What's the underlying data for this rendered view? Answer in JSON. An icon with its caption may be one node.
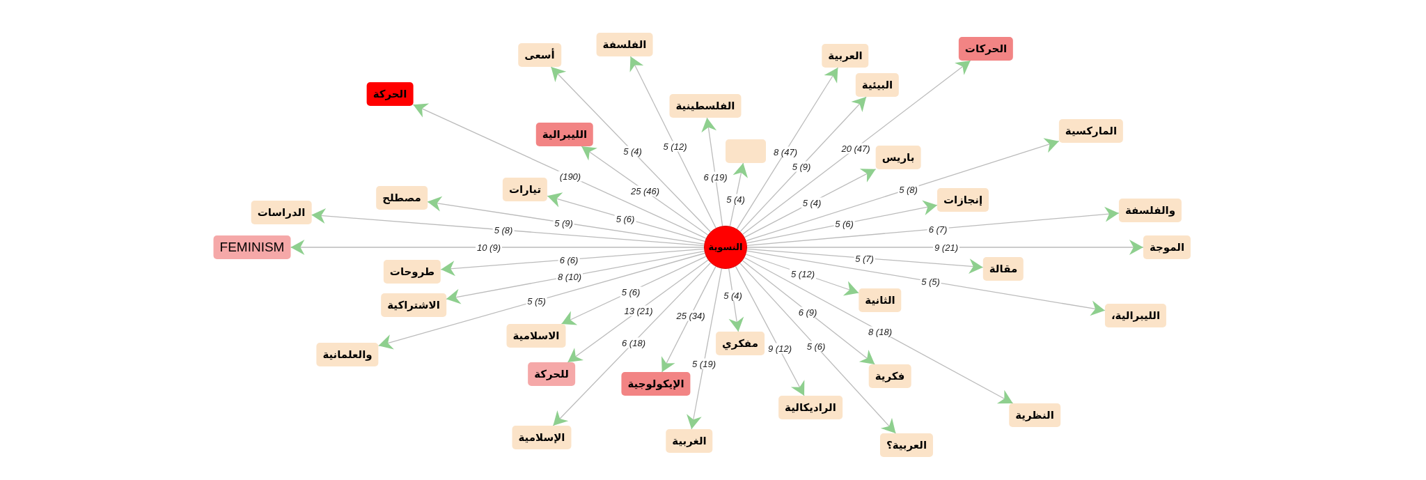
{
  "diagram": {
    "nodes": [
      {
        "text": [
          "النسوية"
        ]
      },
      {
        "text": [
          "الفلسفة"
        ]
      },
      {
        "text": [
          "العربية"
        ]
      },
      {
        "text": [
          "أسعى"
        ]
      },
      {
        "text": [
          "الحركات"
        ]
      },
      {
        "text": [
          "الحركة"
        ]
      },
      {
        "text": [
          "الفلسطينية"
        ]
      },
      {
        "text": [
          "البيئية"
        ]
      },
      {
        "text": [],
        "shape": "box"
      },
      {
        "text": [
          "الليبرالية"
        ]
      },
      {
        "text": [
          "الماركسية"
        ]
      },
      {
        "text": [
          "مصطلح"
        ]
      },
      {
        "text": [
          "باريس"
        ]
      },
      {
        "text": [
          "الدراسات"
        ]
      },
      {
        "text": [
          "تيارات"
        ]
      },
      {
        "text": [
          "والفلسفة"
        ]
      },
      {
        "text": [
          "إنجازات"
        ]
      },
      {
        "text": [
          "الاسلامية"
        ]
      },
      {
        "text": [
          "الموجة"
        ]
      },
      {
        "text": [
          "طروحات"
        ]
      },
      {
        "text": [
          "FEMINISM"
        ]
      },
      {
        "text": [
          "الثانية"
        ]
      },
      {
        "text": [
          "مقالة"
        ]
      },
      {
        "text": [
          "الإيكولوجية"
        ]
      },
      {
        "text": [
          "الاشتراكية"
        ]
      },
      {
        "text": [
          "الليبرالية،"
        ]
      },
      {
        "text": [
          "مفكري"
        ]
      },
      {
        "text": [
          "فكرية"
        ]
      },
      {
        "text": [
          "والعلمانية"
        ]
      },
      {
        "text": [
          "للحركة"
        ]
      },
      {
        "text": [
          "النظرية"
        ]
      },
      {
        "text": [
          "الراديكالية"
        ]
      },
      {
        "text": [
          "الإسلامية"
        ]
      },
      {
        "text": [
          "الغربية"
        ]
      },
      {
        "text": [
          "العربية؟"
        ]
      }
    ],
    "edges": [
      {
        "from": 0,
        "to": 1,
        "arrow": "to",
        "label": "5 (12)"
      },
      {
        "from": 0,
        "to": 2,
        "arrow": "to",
        "label": "8 (47)"
      },
      {
        "from": 0,
        "to": 3,
        "arrow": "to",
        "label": "5 (4)"
      },
      {
        "from": 0,
        "to": 4,
        "arrow": "to",
        "label": "20 (47)"
      },
      {
        "from": 0,
        "to": 5,
        "arrow": "to",
        "label": "(190)"
      },
      {
        "from": 0,
        "to": 6,
        "arrow": "to",
        "label": "6 (19)"
      },
      {
        "from": 0,
        "to": 7,
        "arrow": "to",
        "label": "5 (9)"
      },
      {
        "from": 0,
        "to": 8,
        "arrow": "to",
        "label": "5 (4)"
      },
      {
        "from": 0,
        "to": 9,
        "arrow": "to",
        "label": "25 (46)"
      },
      {
        "from": 0,
        "to": 10,
        "arrow": "to",
        "label": "5 (8)"
      },
      {
        "from": 0,
        "to": 11,
        "arrow": "to",
        "label": "5 (9)"
      },
      {
        "from": 0,
        "to": 12,
        "arrow": "to",
        "label": "5 (4)"
      },
      {
        "from": 0,
        "to": 13,
        "arrow": "to",
        "label": "5 (8)"
      },
      {
        "from": 0,
        "to": 14,
        "arrow": "to",
        "label": "5 (6)"
      },
      {
        "from": 0,
        "to": 15,
        "arrow": "to",
        "label": "6 (7)"
      },
      {
        "from": 0,
        "to": 16,
        "arrow": "to",
        "label": "5 (6)"
      },
      {
        "from": 0,
        "to": 17,
        "arrow": "to",
        "label": "5 (6)"
      },
      {
        "from": 0,
        "to": 18,
        "arrow": "to",
        "label": "9 (21)"
      },
      {
        "from": 0,
        "to": 19,
        "arrow": "to",
        "label": "6 (6)"
      },
      {
        "from": 0,
        "to": 20,
        "arrow": "to",
        "label": "10 (9)"
      },
      {
        "from": 0,
        "to": 21,
        "arrow": "to",
        "label": "5 (12)"
      },
      {
        "from": 0,
        "to": 22,
        "arrow": "to",
        "label": "5 (7)"
      },
      {
        "from": 0,
        "to": 23,
        "arrow": "to",
        "label": "25 (34)"
      },
      {
        "from": 0,
        "to": 24,
        "arrow": "to",
        "label": "8 (10)"
      },
      {
        "from": 0,
        "to": 25,
        "arrow": "to",
        "label": "5 (5)"
      },
      {
        "from": 0,
        "to": 26,
        "arrow": "to",
        "label": "5 (4)"
      },
      {
        "from": 0,
        "to": 27,
        "arrow": "to",
        "label": "6 (9)"
      },
      {
        "from": 0,
        "to": 28,
        "arrow": "to",
        "label": "5 (5)"
      },
      {
        "from": 0,
        "to": 29,
        "arrow": "to",
        "label": "13 (21)"
      },
      {
        "from": 0,
        "to": 30,
        "arrow": "to",
        "label": "8 (18)"
      },
      {
        "from": 0,
        "to": 31,
        "arrow": "to",
        "label": "9 (12)"
      },
      {
        "from": 0,
        "to": 32,
        "arrow": "to",
        "label": "6 (18)"
      },
      {
        "from": 0,
        "to": 33,
        "arrow": "to",
        "label": "5 (19)"
      },
      {
        "from": 0,
        "to": 34,
        "arrow": "to",
        "label": "5 (6)"
      }
    ]
  }
}
